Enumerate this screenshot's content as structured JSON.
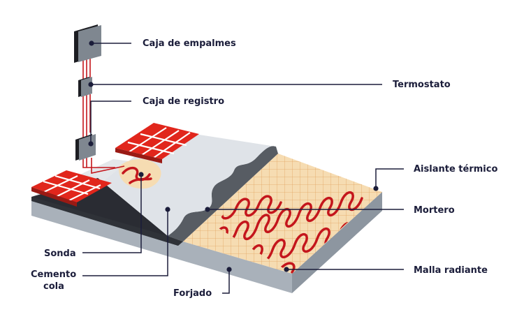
{
  "labels": {
    "caja_empalmes": "Caja de empalmes",
    "termostato": "Termostato",
    "caja_registro": "Caja de registro",
    "aislante": "Aislante térmico",
    "mortero": "Mortero",
    "sonda": "Sonda",
    "cemento_1": "Cemento",
    "cemento_2": "cola",
    "malla": "Malla radiante",
    "forjado": "Forjado"
  },
  "colors": {
    "navy": "#1b1d3a",
    "cable_red": "#c4161c",
    "tile_red": "#e1261c",
    "concrete": "#b9c0c8",
    "mortar": "#555a61",
    "adhesive": "#dfe3e8",
    "insulation": "#f6ddb5"
  }
}
